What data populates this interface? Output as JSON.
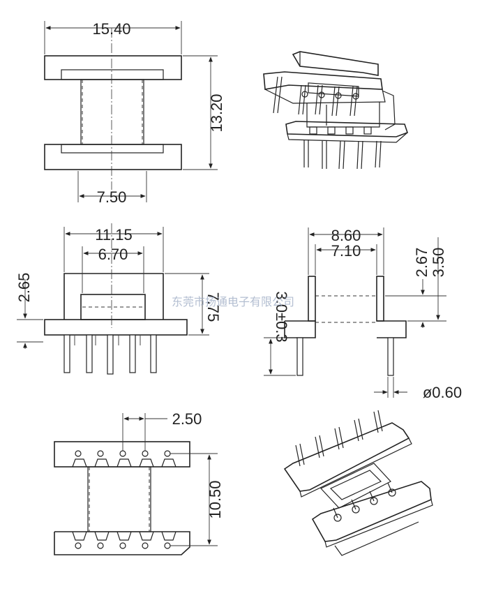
{
  "drawing": {
    "top_view": {
      "width": "15.40",
      "height": "13.20",
      "window": "7.50"
    },
    "front_view": {
      "width": "11.15",
      "window": "6.70",
      "flange": "2.65",
      "height": "7.75"
    },
    "side_view": {
      "width": "8.60",
      "inner": "7.10",
      "d1": "2.67",
      "d2": "3.50",
      "pin_length": "3.0±0.3",
      "pin_diameter": "ø0.60"
    },
    "bottom_view": {
      "pitch": "2.50",
      "length": "10.50"
    }
  },
  "watermark": "东莞市扬通电子有限公司"
}
